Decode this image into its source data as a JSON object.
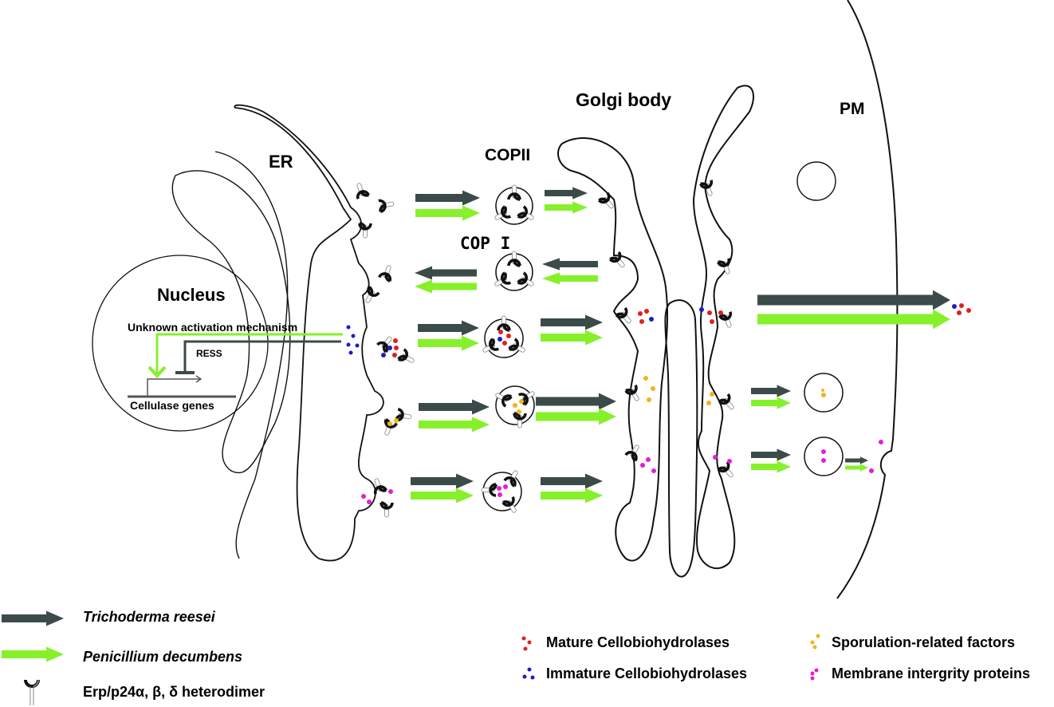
{
  "colors": {
    "trichoderma": "#3b4b4a",
    "penicillium": "#86f12a",
    "mature": "#e0201c",
    "immature": "#1c1cc8",
    "sporulation": "#f2b418",
    "membrane": "#e41ed4",
    "outline": "#111111"
  },
  "labels": {
    "er": "ER",
    "nucleus": "Nucleus",
    "unknown_mechanism": "Unknown activation mechanism",
    "ress": "RESS",
    "cellulase_genes": "Cellulase genes",
    "copii": "COPII",
    "copi": "COP I",
    "golgi": "Golgi body",
    "pm": "PM"
  },
  "legend": {
    "species": [
      {
        "name": "Trichoderma reesei",
        "color_key": "trichoderma"
      },
      {
        "name": "Penicillium decumbens",
        "color_key": "penicillium"
      }
    ],
    "receptor": "Erp/p24α, β, δ heterodimer",
    "cargo": [
      {
        "name": "Mature Cellobiohydrolases",
        "color_key": "mature"
      },
      {
        "name": "Immature Cellobiohydrolases",
        "color_key": "immature"
      },
      {
        "name": "Sporulation-related factors",
        "color_key": "sporulation"
      },
      {
        "name": "Membrane intergrity proteins",
        "color_key": "membrane"
      }
    ]
  }
}
